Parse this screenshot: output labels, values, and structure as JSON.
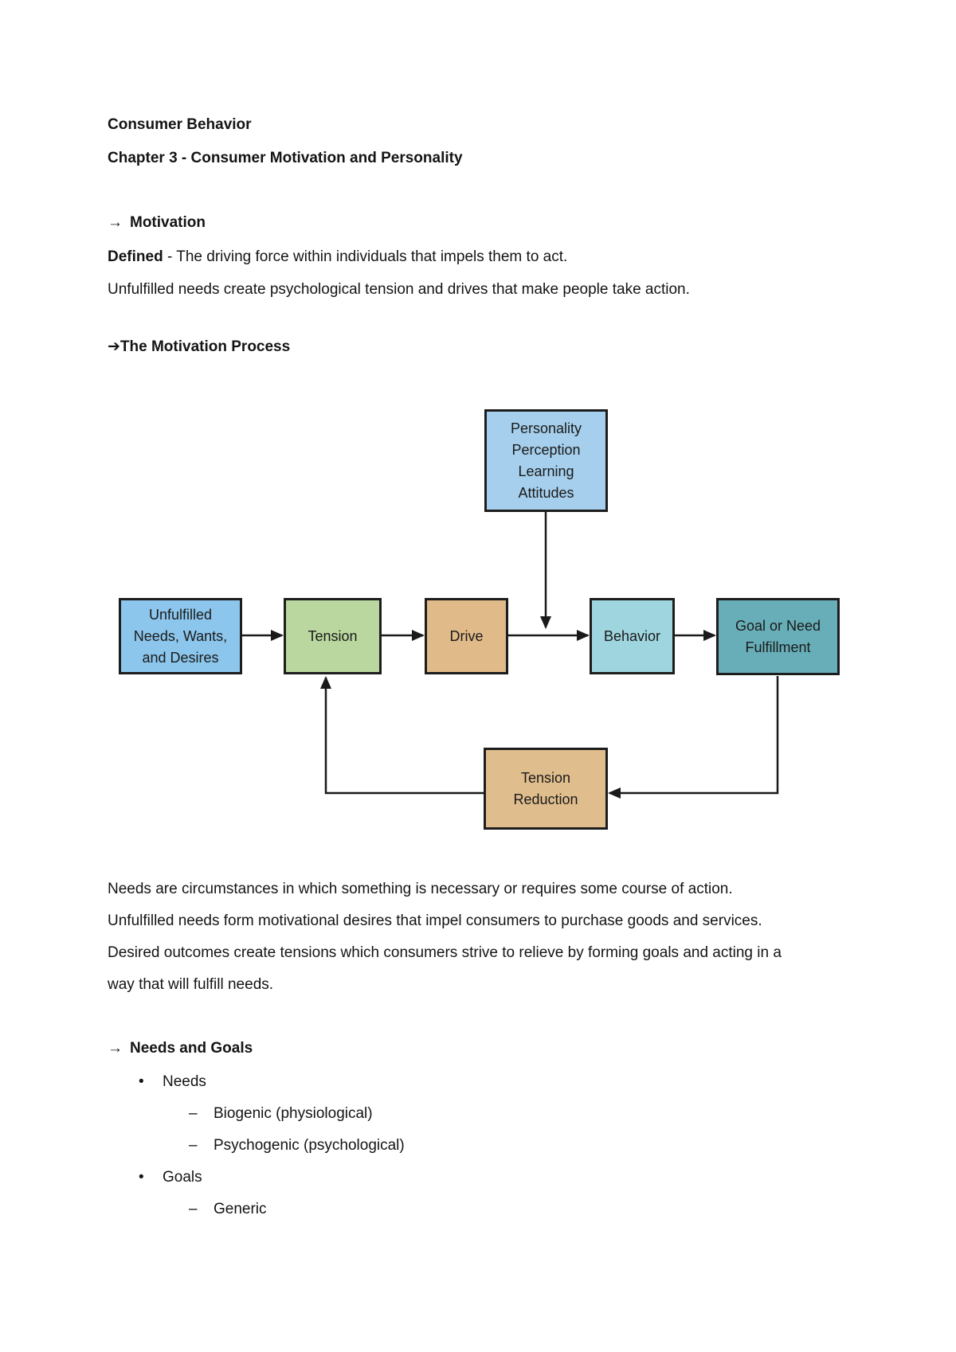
{
  "document": {
    "title": "Consumer Behavior",
    "subtitle": "Chapter 3 - Consumer Motivation and Personality"
  },
  "glyphs": {
    "arrow": "→",
    "arrow_heavy": "➔",
    "bullet": "•",
    "dash": "–"
  },
  "motivation_section": {
    "heading": "Motivation",
    "defined_term": "Defined",
    "defined_rest": " - The driving force within individuals that impels them to act.",
    "paragraph": "Unfulfilled needs create psychological tension and drives that make people take action."
  },
  "process_section": {
    "heading": "The Motivation Process"
  },
  "diagram": {
    "line_color": "#1a1a1a",
    "boxes": {
      "personality": {
        "label": "Personality\nPerception\nLearning\nAttitudes",
        "fill": "#a5cfec"
      },
      "unfulfilled": {
        "label": "Unfulfilled\nNeeds, Wants,\nand Desires",
        "fill": "#8cc6ec"
      },
      "tension": {
        "label": "Tension",
        "fill": "#b9d79e"
      },
      "drive": {
        "label": "Drive",
        "fill": "#e0ba89"
      },
      "behavior": {
        "label": "Behavior",
        "fill": "#9ed5de"
      },
      "goal": {
        "label": "Goal or Need\nFulfillment",
        "fill": "#68aeb8"
      },
      "tension_reduction": {
        "label": "Tension\nReduction",
        "fill": "#e0bd8d"
      }
    }
  },
  "body_paragraphs": [
    "Needs are circumstances in which something is necessary or requires some course of action.",
    "Unfulfilled needs form motivational desires that impel consumers to purchase goods and services.",
    "Desired outcomes create tensions which consumers strive to relieve by forming goals and acting in a",
    "way that will fulfill needs."
  ],
  "needs_goals_section": {
    "heading": "Needs and Goals",
    "items": [
      {
        "label": "Needs",
        "subitems": [
          "Biogenic (physiological)",
          "Psychogenic (psychological)"
        ]
      },
      {
        "label": "Goals",
        "subitems": [
          "Generic"
        ]
      }
    ]
  }
}
